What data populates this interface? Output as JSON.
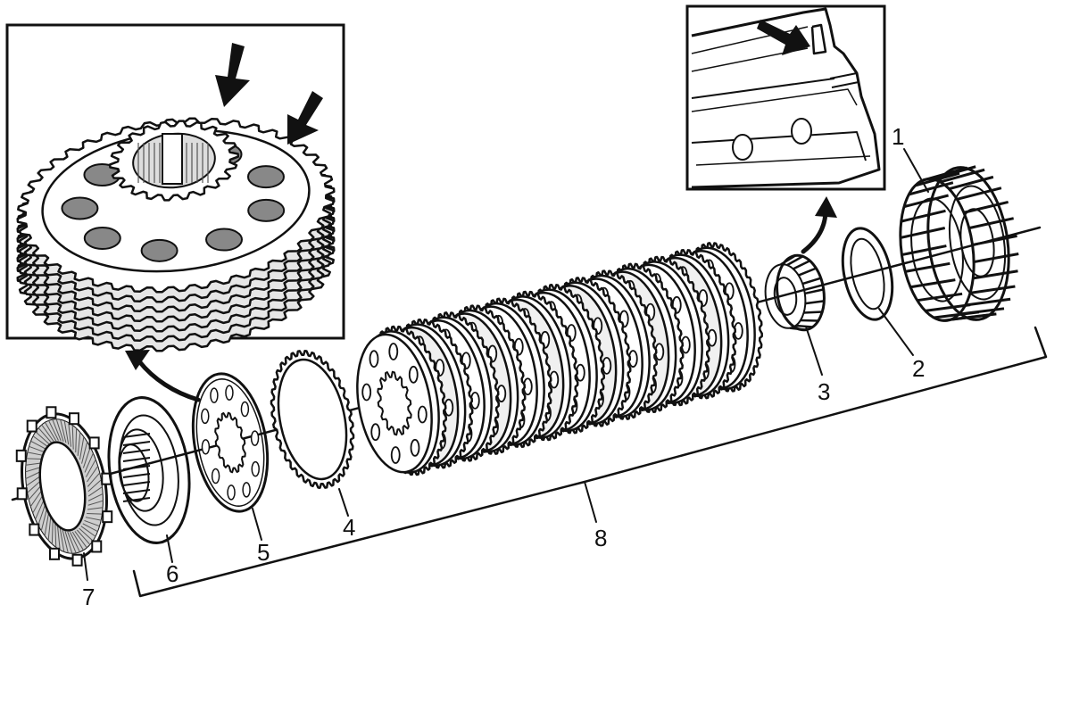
{
  "figure": {
    "colors": {
      "ink": "#111111",
      "paper": "#ffffff",
      "shade": "#555555",
      "mid": "#888888"
    },
    "insets": [
      {
        "id": "clutch-housing-detail",
        "arrow_count": 2,
        "arrow_icon": "down-arrow-icon"
      },
      {
        "id": "housing-spline-detail",
        "arrow_count": 1,
        "arrow_icon": "right-arrow-icon"
      }
    ],
    "callouts": [
      {
        "id": "part-1",
        "label": "1"
      },
      {
        "id": "part-2",
        "label": "2"
      },
      {
        "id": "part-3",
        "label": "3"
      },
      {
        "id": "part-4",
        "label": "4"
      },
      {
        "id": "part-5",
        "label": "5"
      },
      {
        "id": "part-6",
        "label": "6"
      },
      {
        "id": "part-7",
        "label": "7"
      },
      {
        "id": "part-8",
        "label": "8"
      }
    ]
  }
}
